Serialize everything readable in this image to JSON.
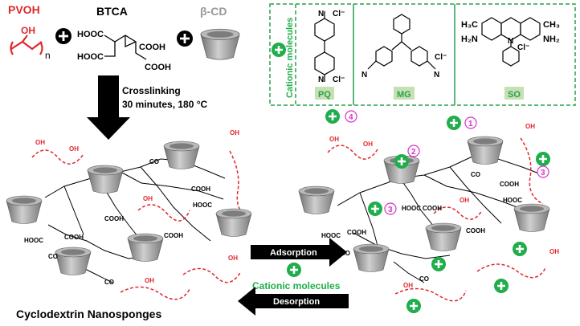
{
  "reagents": {
    "pvoh": "PVOH",
    "pvoh_oh": "OH",
    "pvoh_n": "n",
    "btca": "BTCA",
    "btca_groups": [
      "HOOC",
      "COOH",
      "HOOC",
      "COOH"
    ],
    "bcd": "β-CD"
  },
  "reaction": {
    "line1": "Crosslinking",
    "line2": "30 minutes, 180 °C"
  },
  "cationic_box": {
    "side_label": "Cationic molecules",
    "molecules": [
      {
        "id": "PQ",
        "label": "PQ",
        "charge": "Cl⁻"
      },
      {
        "id": "MG",
        "label": "MG",
        "charge": "Cl⁻"
      },
      {
        "id": "SO",
        "label": "SO",
        "charge": "Cl⁻",
        "groups": [
          "H₃C",
          "CH₃",
          "H₂N",
          "NH₂"
        ]
      }
    ]
  },
  "process": {
    "adsorption": "Adsorption",
    "desorption": "Desorption",
    "cationic": "Cationic molecules"
  },
  "caption": "Cyclodextrin Nanosponges",
  "markers": [
    "1",
    "2",
    "3",
    "4"
  ],
  "labels": {
    "oh": "OH",
    "cooh": "COOH",
    "hooc": "HOOC",
    "co": "CO",
    "o": "O"
  },
  "colors": {
    "red": "#e0282c",
    "green": "#1fae4b",
    "green_box": "#2aa14a",
    "magenta": "#d633c9",
    "cd_gray": "#9e9e9e",
    "label_bg": "#c6e0b4"
  }
}
